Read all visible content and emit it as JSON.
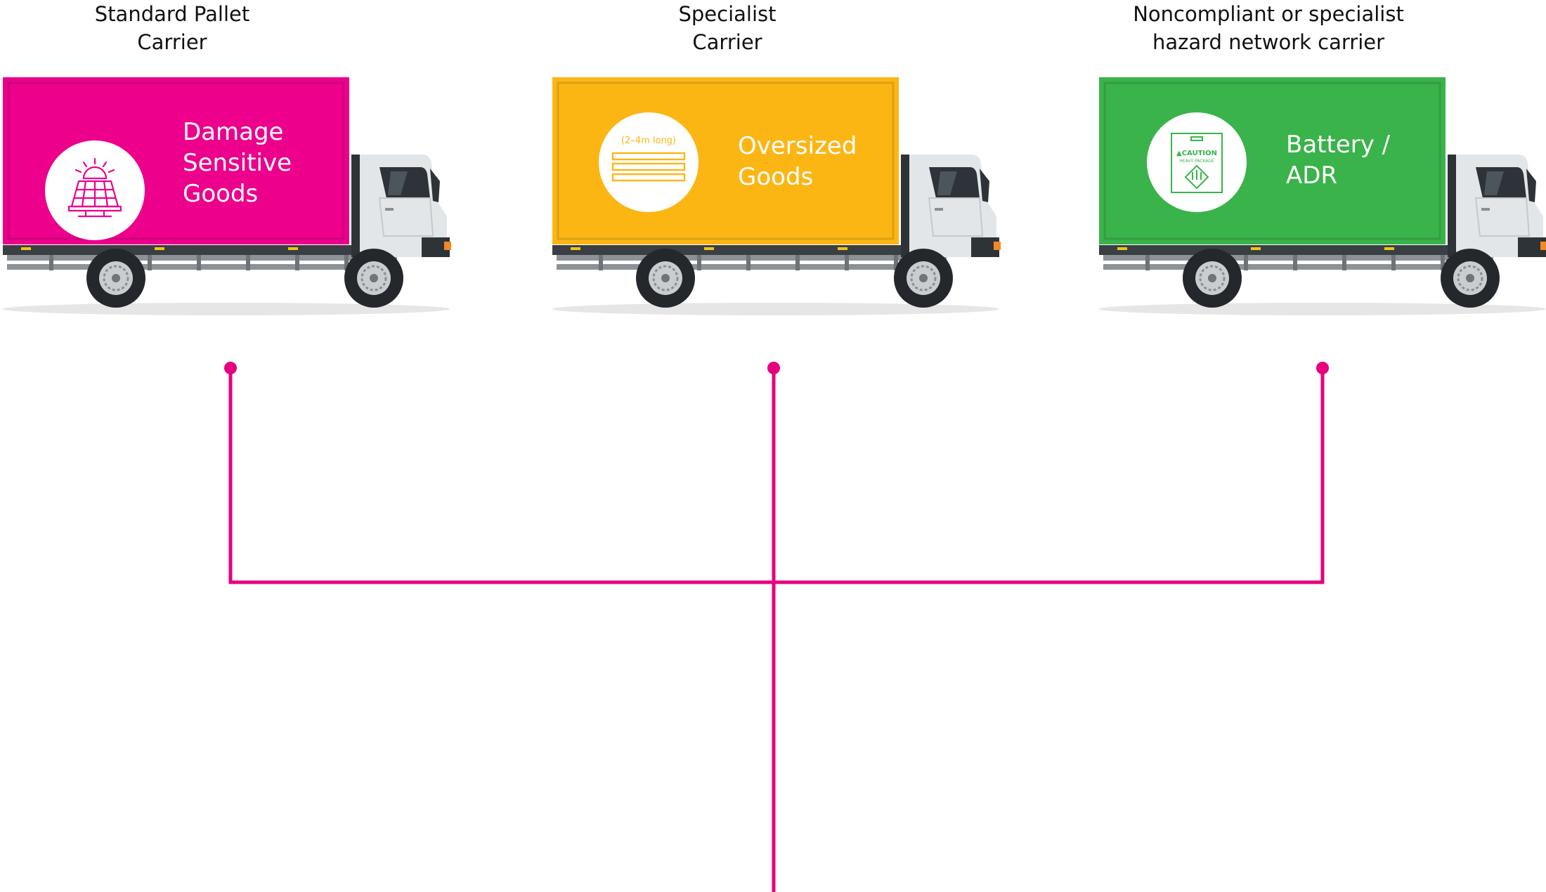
{
  "colors": {
    "pink": "#E6007E",
    "yellow": "#FCB814",
    "green": "#39B54A",
    "connector": "#E6007E"
  },
  "carriers": [
    {
      "title": "Standard Pallet\nCarrier",
      "label": "Damage\nSensitive\nGoods",
      "icon": "solar-panel-icon",
      "color": "#EC008C"
    },
    {
      "title": "Specialist\nCarrier",
      "label": "Oversized\nGoods",
      "icon": "long-item-icon",
      "icon_text": "(2–4m long)",
      "color": "#FCB614"
    },
    {
      "title": "Noncompliant or specialist\nhazard network carrier",
      "label": "Battery /\nADR",
      "icon": "caution-package-icon",
      "icon_text": "▲CAUTION",
      "icon_subtext": "HEAVY PACKAGE",
      "color": "#39B34A"
    }
  ]
}
